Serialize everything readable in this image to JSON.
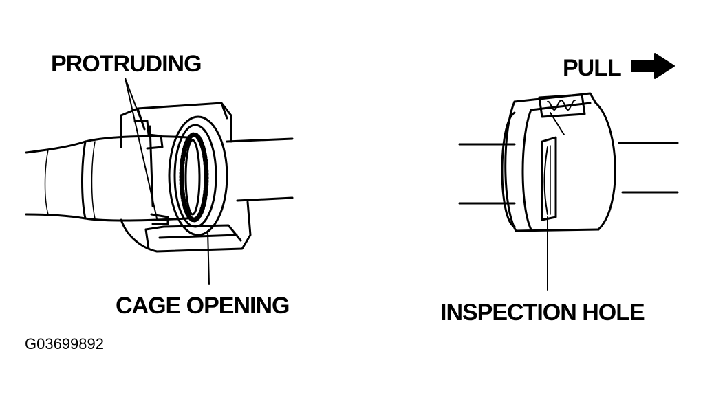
{
  "labels": {
    "protruding": "PROTRUDING",
    "pull": "PULL",
    "cage_opening": "CAGE OPENING",
    "inspection_hole": "INSPECTION HOLE",
    "figure_code": "G03699892"
  },
  "colors": {
    "ink": "#000000",
    "paper": "#ffffff"
  },
  "icons": {
    "pull_direction": "right-arrow-icon"
  }
}
